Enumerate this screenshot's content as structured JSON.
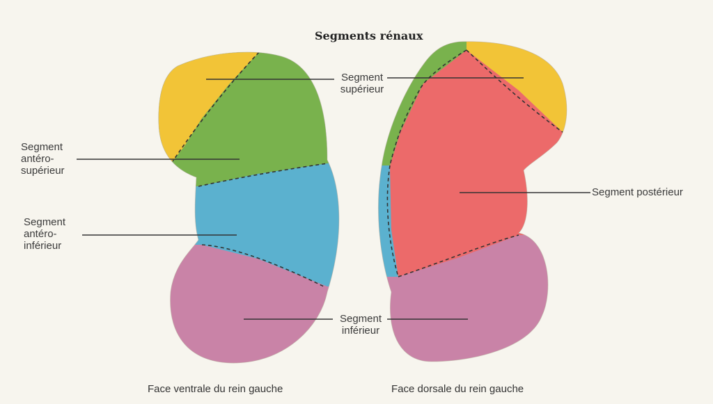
{
  "title": "Segments rénaux",
  "colors": {
    "background": "#f7f5ee",
    "superior": "#f2c437",
    "antero_superior": "#79b24d",
    "antero_inferior": "#5bb1cf",
    "inferior": "#c983a7",
    "posterior": "#ec6a6a"
  },
  "labels": {
    "segment_superieur": [
      "Segment",
      "supérieur"
    ],
    "antero_superieur": [
      "Segment",
      "antéro-",
      "supérieur"
    ],
    "antero_inferieur": [
      "Segment",
      "antéro-",
      "inférieur"
    ],
    "segment_inferieur": [
      "Segment",
      "inférieur"
    ],
    "segment_posterieur": "Segment postérieur"
  },
  "captions": {
    "ventral": "Face ventrale du rein gauche",
    "dorsal": "Face dorsale du rein gauche"
  }
}
